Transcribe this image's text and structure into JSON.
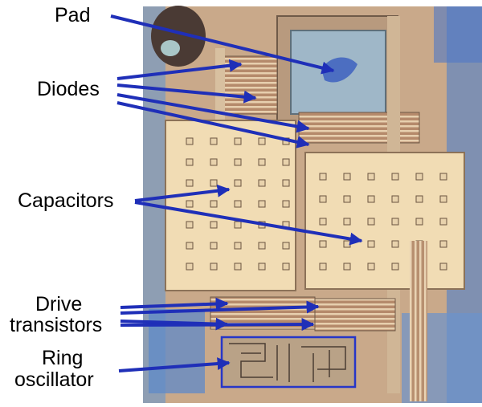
{
  "labels": {
    "pad": "Pad",
    "diodes": "Diodes",
    "capacitors": "Capacitors",
    "drive_line1": "Drive",
    "drive_line2": "transistors",
    "ring_line1": "Ring",
    "ring_line2": "oscillator"
  },
  "colors": {
    "arrow": "#1f2fb8",
    "die_base": "#c9a98a",
    "capacitor_fill": "#f1dcb4",
    "pad_fill": "#9fb7c8",
    "oscillator_box": "#2636c8"
  }
}
